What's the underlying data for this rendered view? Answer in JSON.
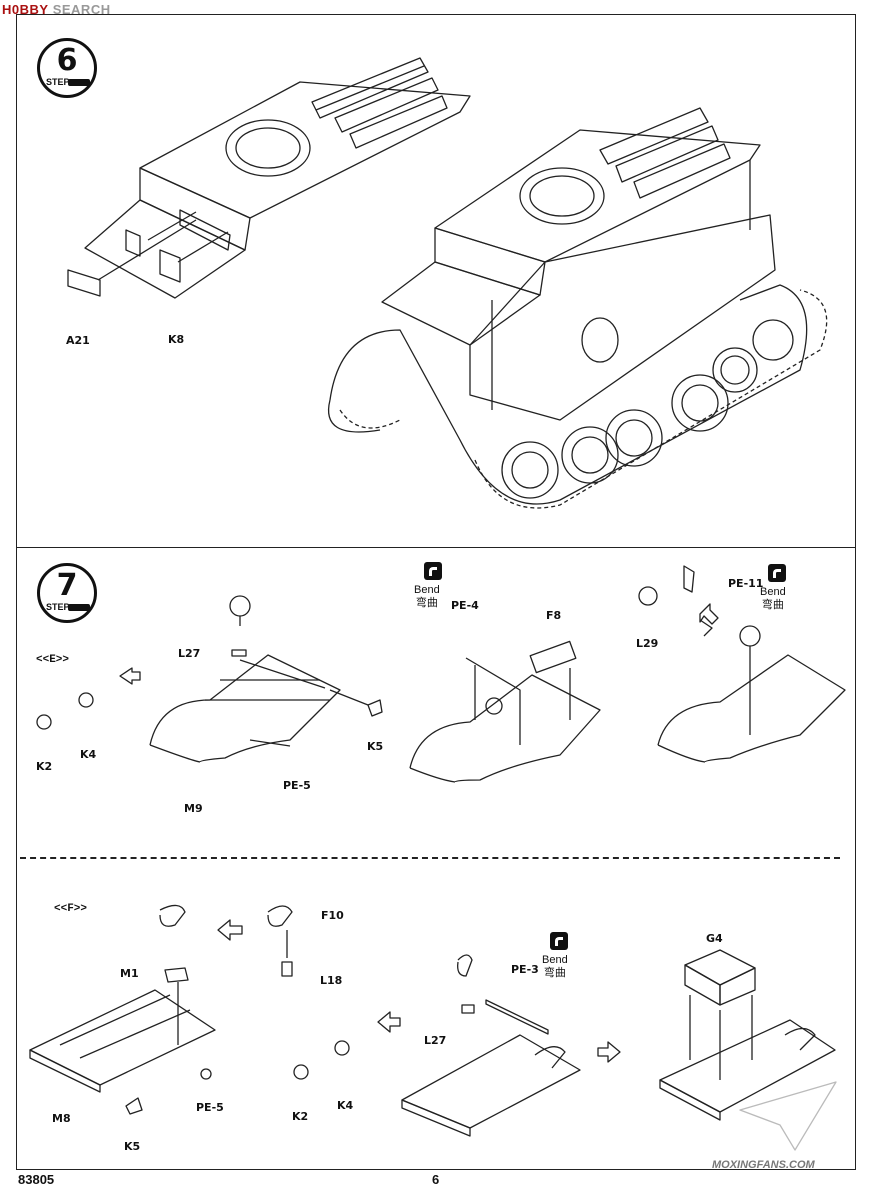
{
  "watermark_top": {
    "brand": "H0BBY",
    "tail": "SEARCH"
  },
  "watermark_bottom": "MOXINGFANS.COM",
  "step6": {
    "number": "6",
    "word": "STEP",
    "parts": [
      "A21",
      "K8"
    ]
  },
  "step7": {
    "number": "7",
    "word": "STEP",
    "subassembly_e": "<<E>>",
    "subassembly_f": "<<F>>",
    "parts_e": {
      "k2": "K2",
      "k4": "K4",
      "l27": "L27",
      "m9": "M9",
      "pe5": "PE-5",
      "k5": "K5",
      "pe4": "PE-4",
      "f8": "F8",
      "l29": "L29",
      "pe11": "PE-11"
    },
    "parts_f": {
      "m1": "M1",
      "f10": "F10",
      "l18": "L18",
      "m8": "M8",
      "pe5": "PE-5",
      "k5": "K5",
      "k2": "K2",
      "k4": "K4",
      "l27": "L27",
      "pe3": "PE-3",
      "g4": "G4"
    },
    "bend_en": "Bend",
    "bend_cn": "弯曲"
  },
  "footer": {
    "code": "83805",
    "page": "6"
  }
}
